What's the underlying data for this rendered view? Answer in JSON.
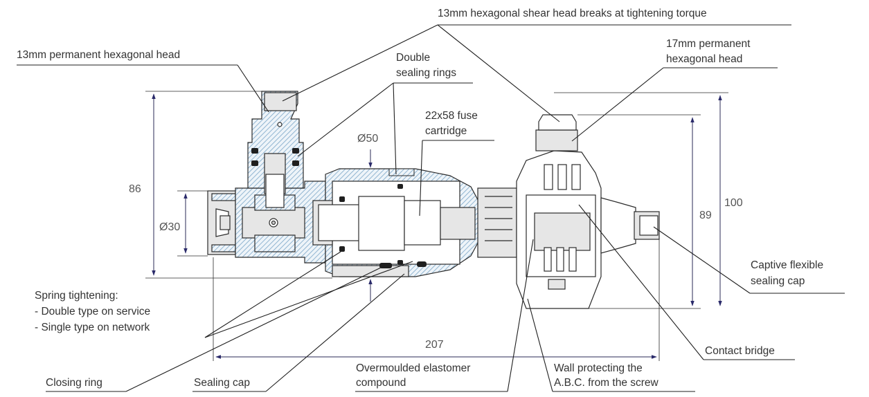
{
  "labels": {
    "shear_head": "13mm hexagonal shear head breaks at tightening torque",
    "permanent_head_13": "13mm permanent  hexagonal head",
    "double_sealing_line1": "Double",
    "double_sealing_line2": "sealing rings",
    "permanent_head_17_line1": "17mm permanent",
    "permanent_head_17_line2": "hexagonal head",
    "fuse_line1": "22x58 fuse",
    "fuse_line2": "cartridge",
    "spring_title": "Spring tightening:",
    "spring_item1": "- Double type on service",
    "spring_item2": "- Single type on network",
    "captive_line1": "Captive flexible",
    "captive_line2": "sealing cap",
    "contact_bridge": "Contact bridge",
    "closing_ring": "Closing ring",
    "sealing_cap": "Sealing cap",
    "overmoulded_line1": "Overmoulded elastomer",
    "overmoulded_line2": "compound",
    "wall_line1": "Wall protecting the",
    "wall_line2": "A.B.C. from the screw"
  },
  "dimensions": {
    "height_86": "86",
    "diameter_30": "Ø30",
    "diameter_50": "Ø50",
    "height_89": "89",
    "height_100": "100",
    "length_207": "207"
  },
  "colors": {
    "hatch": "#7aa6c8",
    "part_fill": "#e6e6e6",
    "outline": "#2b2b2b",
    "arrow": "#2a2a6a"
  }
}
